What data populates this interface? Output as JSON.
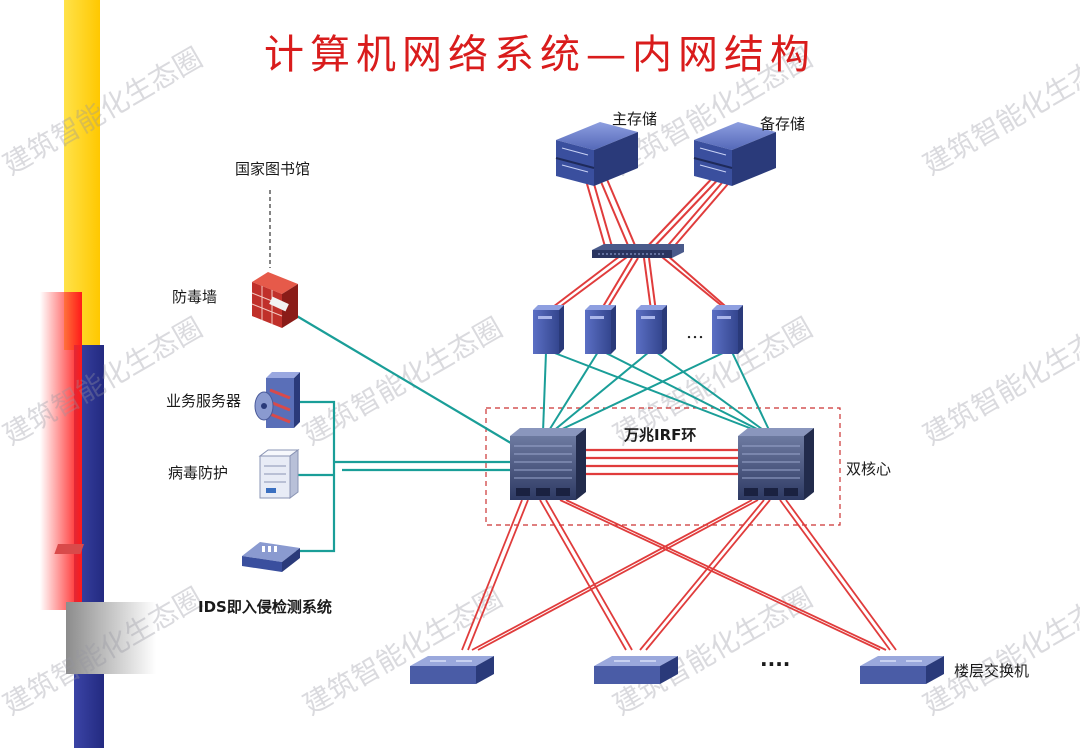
{
  "title": "计算机网络系统—内网结构",
  "watermark": "建筑智能化生态圈",
  "labels": {
    "main_storage": "主存储",
    "backup_storage": "备存储",
    "national_library": "国家图书馆",
    "firewall": "防毒墙",
    "business_server": "业务服务器",
    "virus_protection": "病毒防护",
    "ids": "IDS即入侵检测系统",
    "irf_ring": "万兆IRF环",
    "dual_core": "双核心",
    "floor_switch": "楼层交换机",
    "server_ellipsis": "…",
    "switch_ellipsis": "····"
  },
  "colors": {
    "accent_red": "#d91c1c",
    "link_teal": "#1a9e98",
    "link_red": "#e03c3c",
    "device_blue": "#3a4f9e",
    "bar_yellow": "#ffd000",
    "bar_navy": "#2d3592"
  }
}
